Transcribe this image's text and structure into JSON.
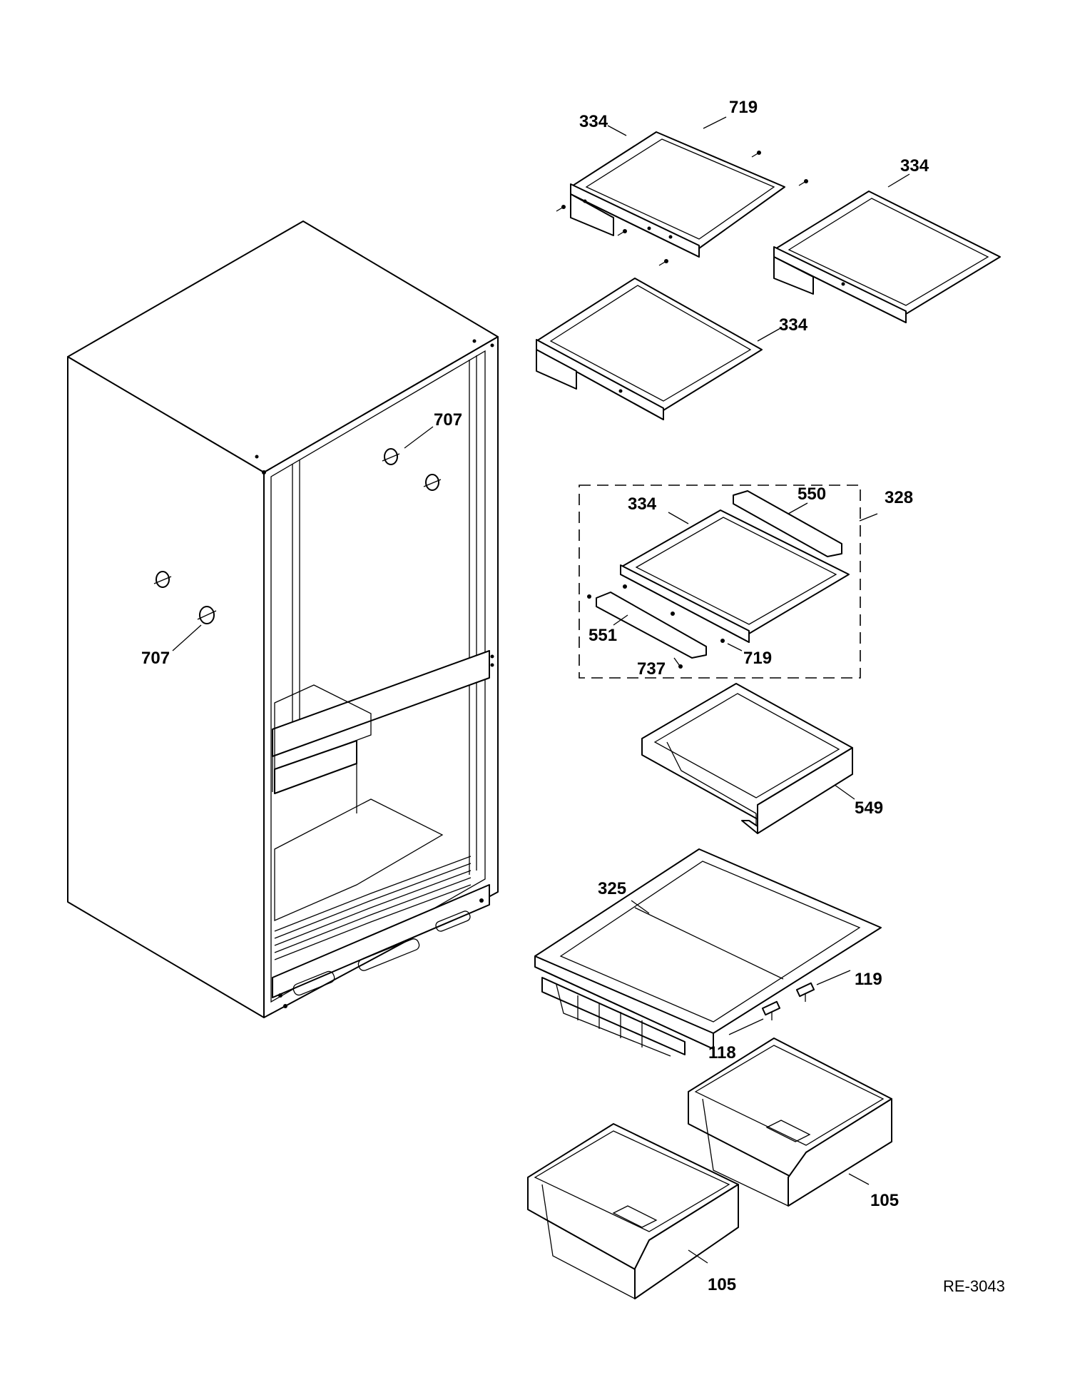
{
  "callouts": {
    "c719_top": "719",
    "c334_top_left": "334",
    "c334_top_right": "334",
    "c334_mid": "334",
    "c707_right": "707",
    "c707_left": "707",
    "c334_kit": "334",
    "c550": "550",
    "c328": "328",
    "c551": "551",
    "c719_kit": "719",
    "c737": "737",
    "c549": "549",
    "c325": "325",
    "c119": "119",
    "c118": "118",
    "c105_right": "105",
    "c105_left": "105"
  },
  "reference_code": "RE-3043",
  "colors": {
    "line": "#000000",
    "background": "#ffffff"
  }
}
